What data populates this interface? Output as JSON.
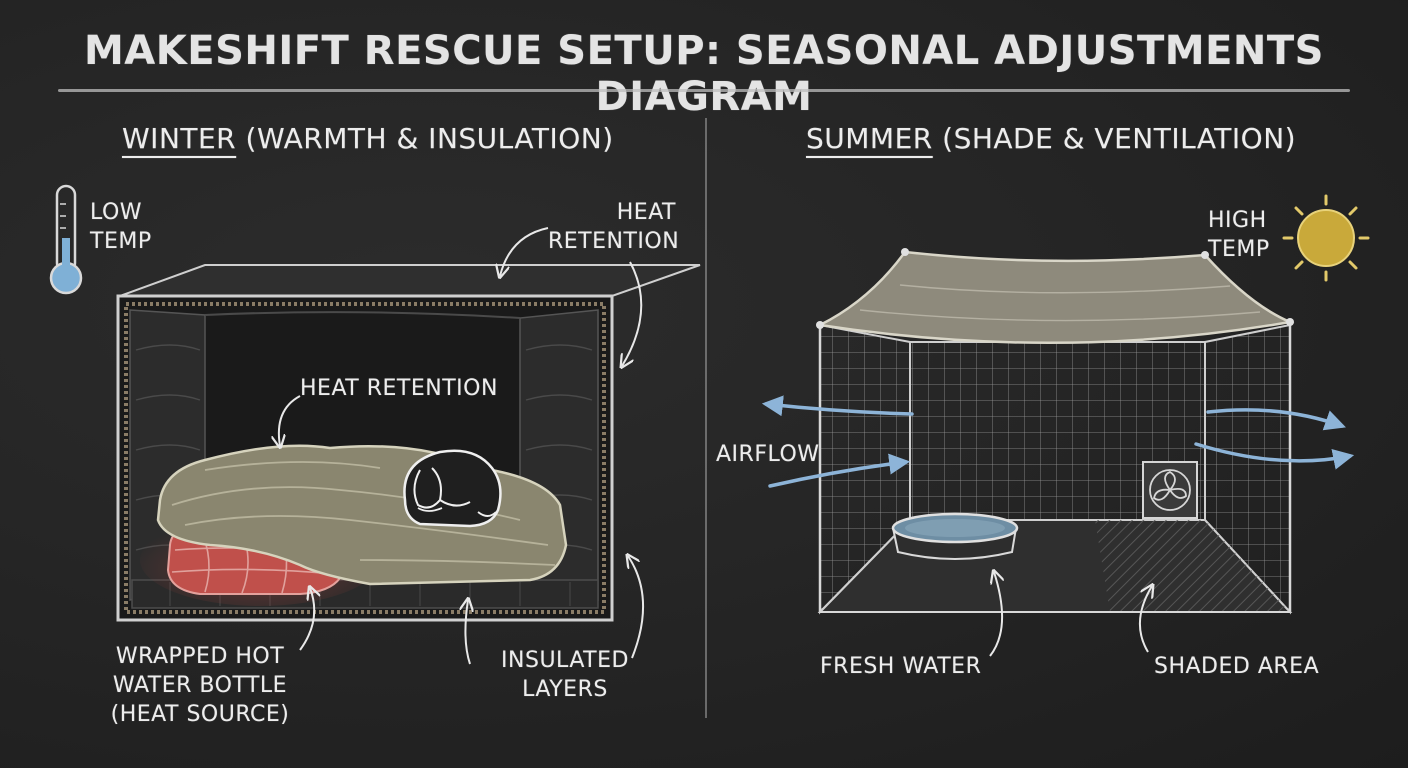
{
  "title": "MAKESHIFT RESCUE SETUP: SEASONAL ADJUSTMENTS DIAGRAM",
  "winter": {
    "heading_key": "WINTER",
    "heading_detail": "(WARMTH & INSULATION)",
    "temp_label": "LOW TEMP",
    "heat_retention_top": "HEAT RETENTION",
    "heat_retention_inner": "HEAT RETENTION",
    "hot_water_bottle": "WRAPPED HOT WATER BOTTLE (HEAT SOURCE)",
    "insulated_layers": "INSULATED LAYERS"
  },
  "summer": {
    "heading_key": "SUMMER",
    "heading_detail": "(SHADE & VENTILATION)",
    "temp_label": "HIGH TEMP",
    "airflow": "AIRFLOW",
    "fresh_water": "FRESH WATER",
    "shaded_area": "SHADED AREA"
  },
  "colors": {
    "background": "#232323",
    "chalk": "#ececec",
    "blanket": "#8a866f",
    "bottle": "#c0504b",
    "thermometer": "#7fb0d6",
    "sun": "#c9a93a",
    "canopy": "#8e8a7c",
    "airflow": "#8db4d8"
  }
}
